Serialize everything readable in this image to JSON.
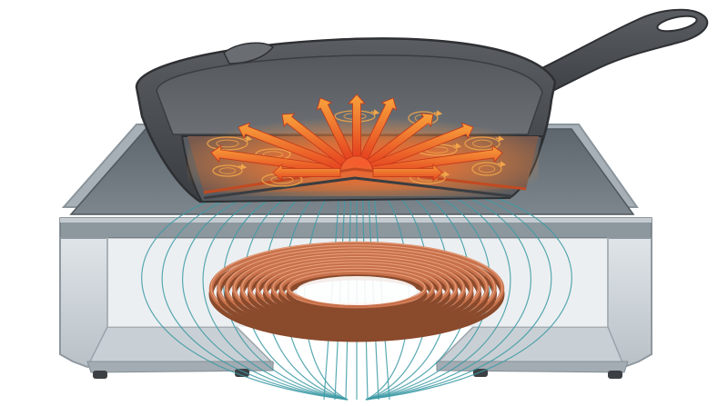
{
  "diagram": {
    "colors": {
      "background": "#ffffff",
      "housing_glass": "#cdd3d8",
      "housing_frame": "#9ea7ae",
      "cooktop_glass": "#6f787f",
      "pan_iron": "#4a4d51",
      "pan_interior": "#62666b",
      "pan_edge": "#2e3033",
      "copper_coil": "#c8714b",
      "copper_highlight": "#f0b08d",
      "magnetic_field": "#3e9ba6",
      "heat_arrow_hot": "#e5411f",
      "heat_arrow_warm": "#f7a23c",
      "eddy_current": "#f2a64a",
      "hot_glow": "#ff5a2a"
    },
    "parts": [
      {
        "id": "cast-iron-pan",
        "icon": "skillet-icon"
      },
      {
        "id": "glass-cooktop",
        "icon": "glass-plate-icon"
      },
      {
        "id": "copper-induction-coil",
        "icon": "coil-icon"
      },
      {
        "id": "magnetic-field-lines",
        "icon": "field-lines-icon"
      },
      {
        "id": "eddy-currents",
        "icon": "swirl-icon"
      },
      {
        "id": "heat-arrows",
        "icon": "heat-arrow-icon"
      },
      {
        "id": "housing",
        "icon": "box-housing-icon"
      },
      {
        "id": "feet",
        "icon": "foot-icon"
      }
    ]
  }
}
